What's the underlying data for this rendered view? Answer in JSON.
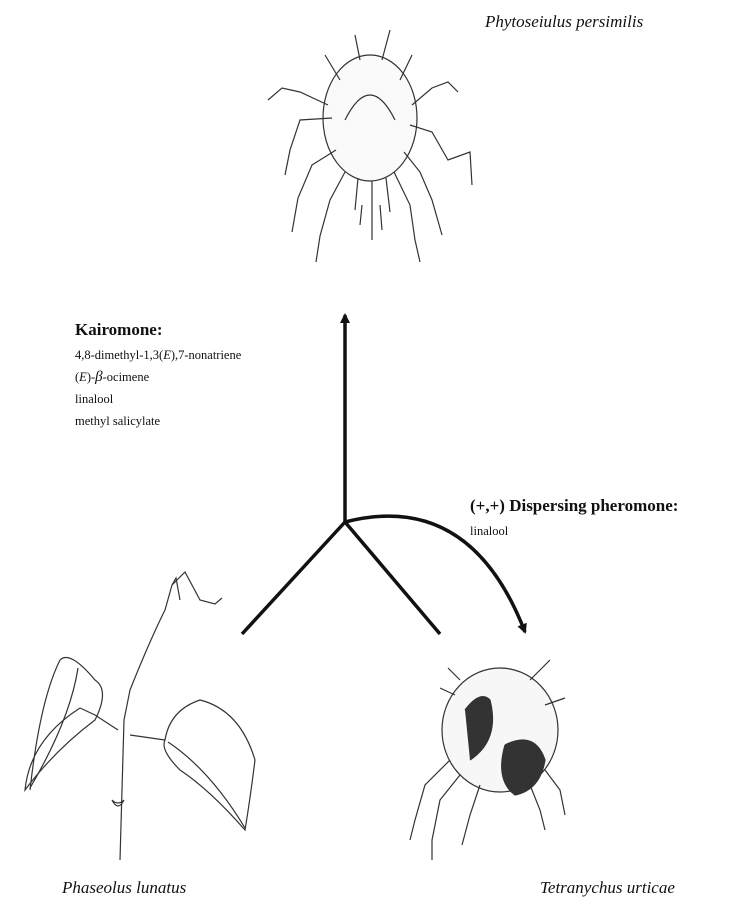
{
  "species": {
    "predator": "Phytoseiulus persimilis",
    "plant": "Phaseolus lunatus",
    "herbivore": "Tetranychus urticae"
  },
  "kairomone": {
    "heading": "Kairomone:",
    "compounds": {
      "dmnt_prefix": "4,8-dimethyl-1,3(",
      "dmnt_e": "E",
      "dmnt_suffix": "),7-nonatriene",
      "ocimene_open": "(",
      "ocimene_e": "E",
      "ocimene_close": ")-",
      "ocimene_beta": "β",
      "ocimene_suffix": "-ocimene",
      "linalool": "linalool",
      "methyl_salicylate": "methyl salicylate"
    }
  },
  "dispersing": {
    "heading": "(+,+) Dispersing pheromone:",
    "compound": "linalool"
  }
}
